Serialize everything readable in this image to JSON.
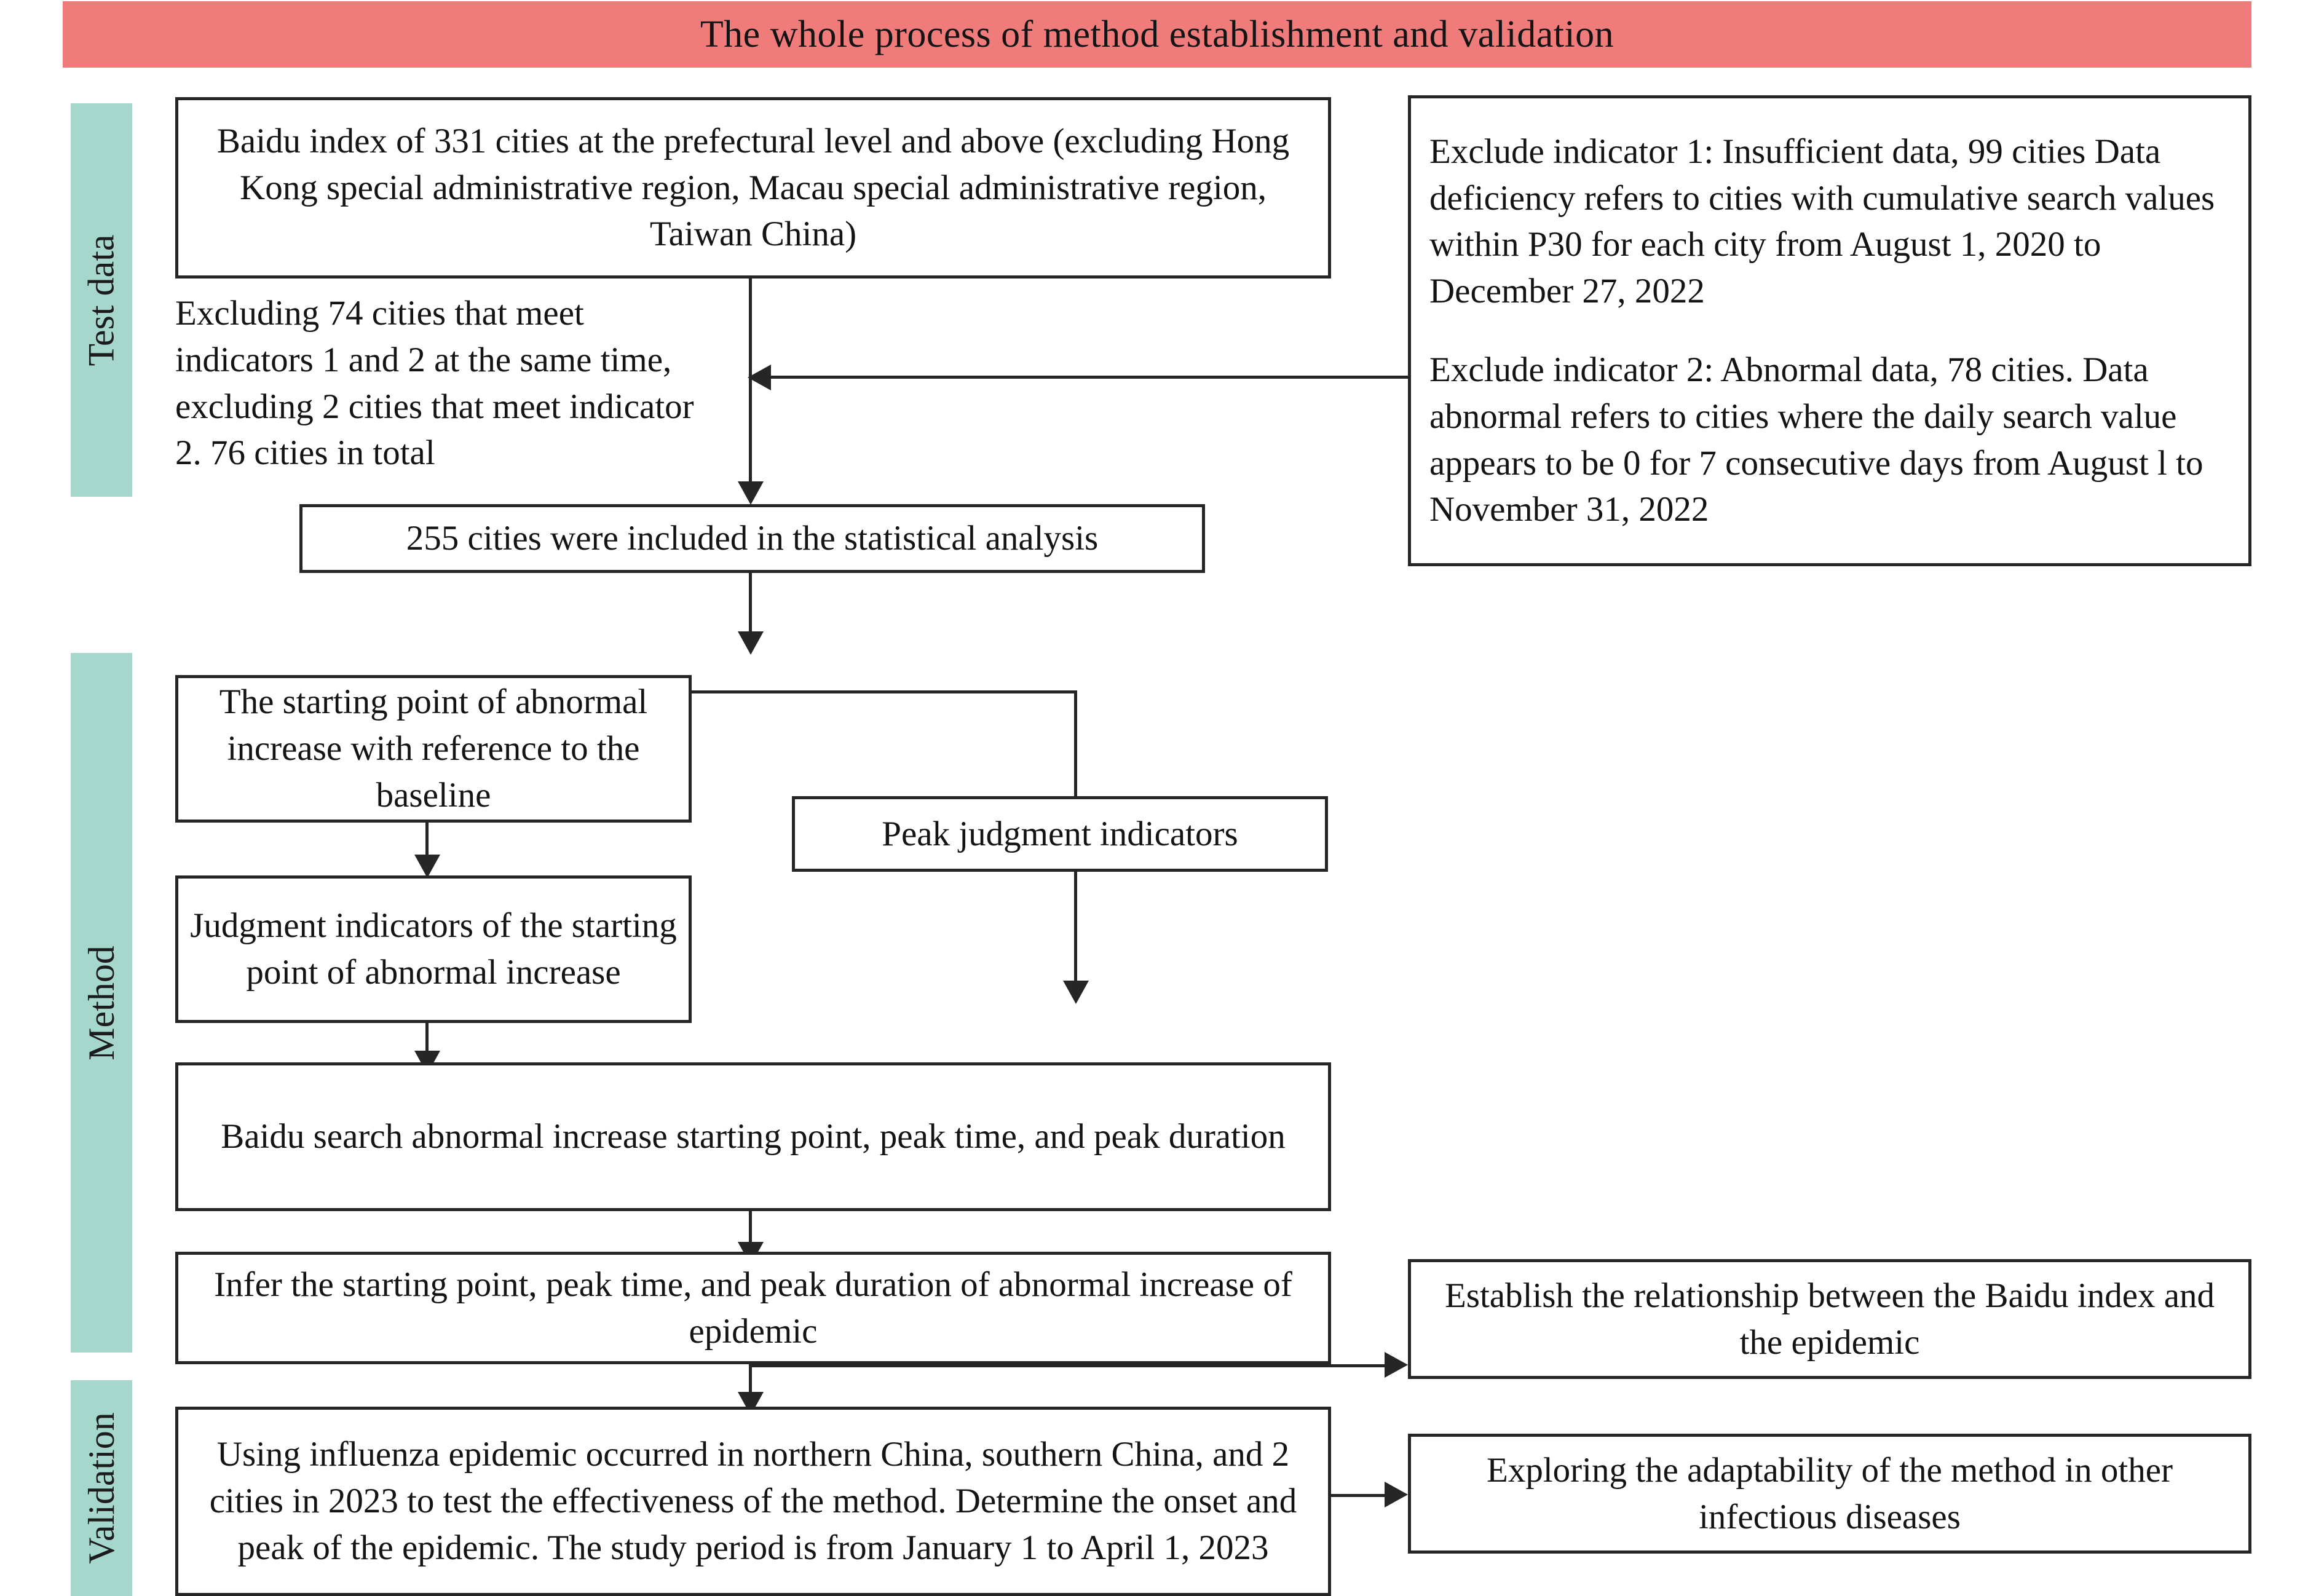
{
  "title": "The whole process of method establishment and validation",
  "accent_colors": {
    "banner": "#F07B7B",
    "section_label": "#A6D7CD",
    "line": "#262626",
    "text": "#141414",
    "background": "#FFFFFF"
  },
  "sections": [
    {
      "id": "test-data",
      "label": "Test data"
    },
    {
      "id": "method",
      "label": "Method"
    },
    {
      "id": "validation",
      "label": "Validation"
    }
  ],
  "nodes": {
    "baidu_index": "Baidu index of 331 cities at the prefectural level and above (excluding Hong Kong special administrative region, Macau special administrative region, Taiwan China)",
    "excluding_note": "Excluding 74 cities that meet indicators 1 and 2 at the same time, excluding 2 cities that meet indicator 2. 76 cities in total",
    "exclude_indicator_1": "Exclude indicator 1: Insufficient data, 99 cities Data deficiency refers to cities with cumulative search values within P30 for each city from August 1, 2020 to December 27, 2022",
    "exclude_indicator_2": "Exclude indicator 2: Abnormal data, 78 cities. Data abnormal refers to cities where the daily search value appears to be 0 for 7 consecutive days from August l to November 31, 2022",
    "included_cities": "255 cities were included in the statistical analysis",
    "starting_point": "The starting point of abnormal increase with reference to the baseline",
    "judgment_indicators": "Judgment indicators of the starting point of abnormal increase",
    "peak_judgment": "Peak judgment indicators",
    "baidu_search_result": "Baidu search abnormal increase starting point, peak time, and peak duration",
    "infer_epidemic": "Infer the starting point, peak time, and peak duration of abnormal increase of epidemic",
    "establish_relationship": "Establish the relationship between the Baidu index and the epidemic",
    "validation_study": "Using influenza epidemic occurred in northern China, southern China, and 2 cities in 2023 to test the effectiveness of the method. Determine the onset and peak of the epidemic. The study period is from January 1 to April 1, 2023",
    "exploring_adaptability": "Exploring the adaptability of the method in other infectious diseases"
  },
  "numbers": {
    "total_cities": 331,
    "insufficient_data_cities": 99,
    "abnormal_data_cities": 78,
    "excluded_both_indicators": 74,
    "excluded_indicator2_only": 2,
    "excluded_total": 76,
    "included_cities": 255,
    "consecutive_zero_days": 7,
    "percentile": "P30",
    "validation_cities": 2,
    "validation_year": 2023
  },
  "date_ranges": {
    "indicator1_from": "August 1, 2020",
    "indicator1_to": "December 27, 2022",
    "indicator2_from": "August l",
    "indicator2_to": "November 31, 2022",
    "validation_from": "January 1",
    "validation_to": "April 1, 2023"
  }
}
